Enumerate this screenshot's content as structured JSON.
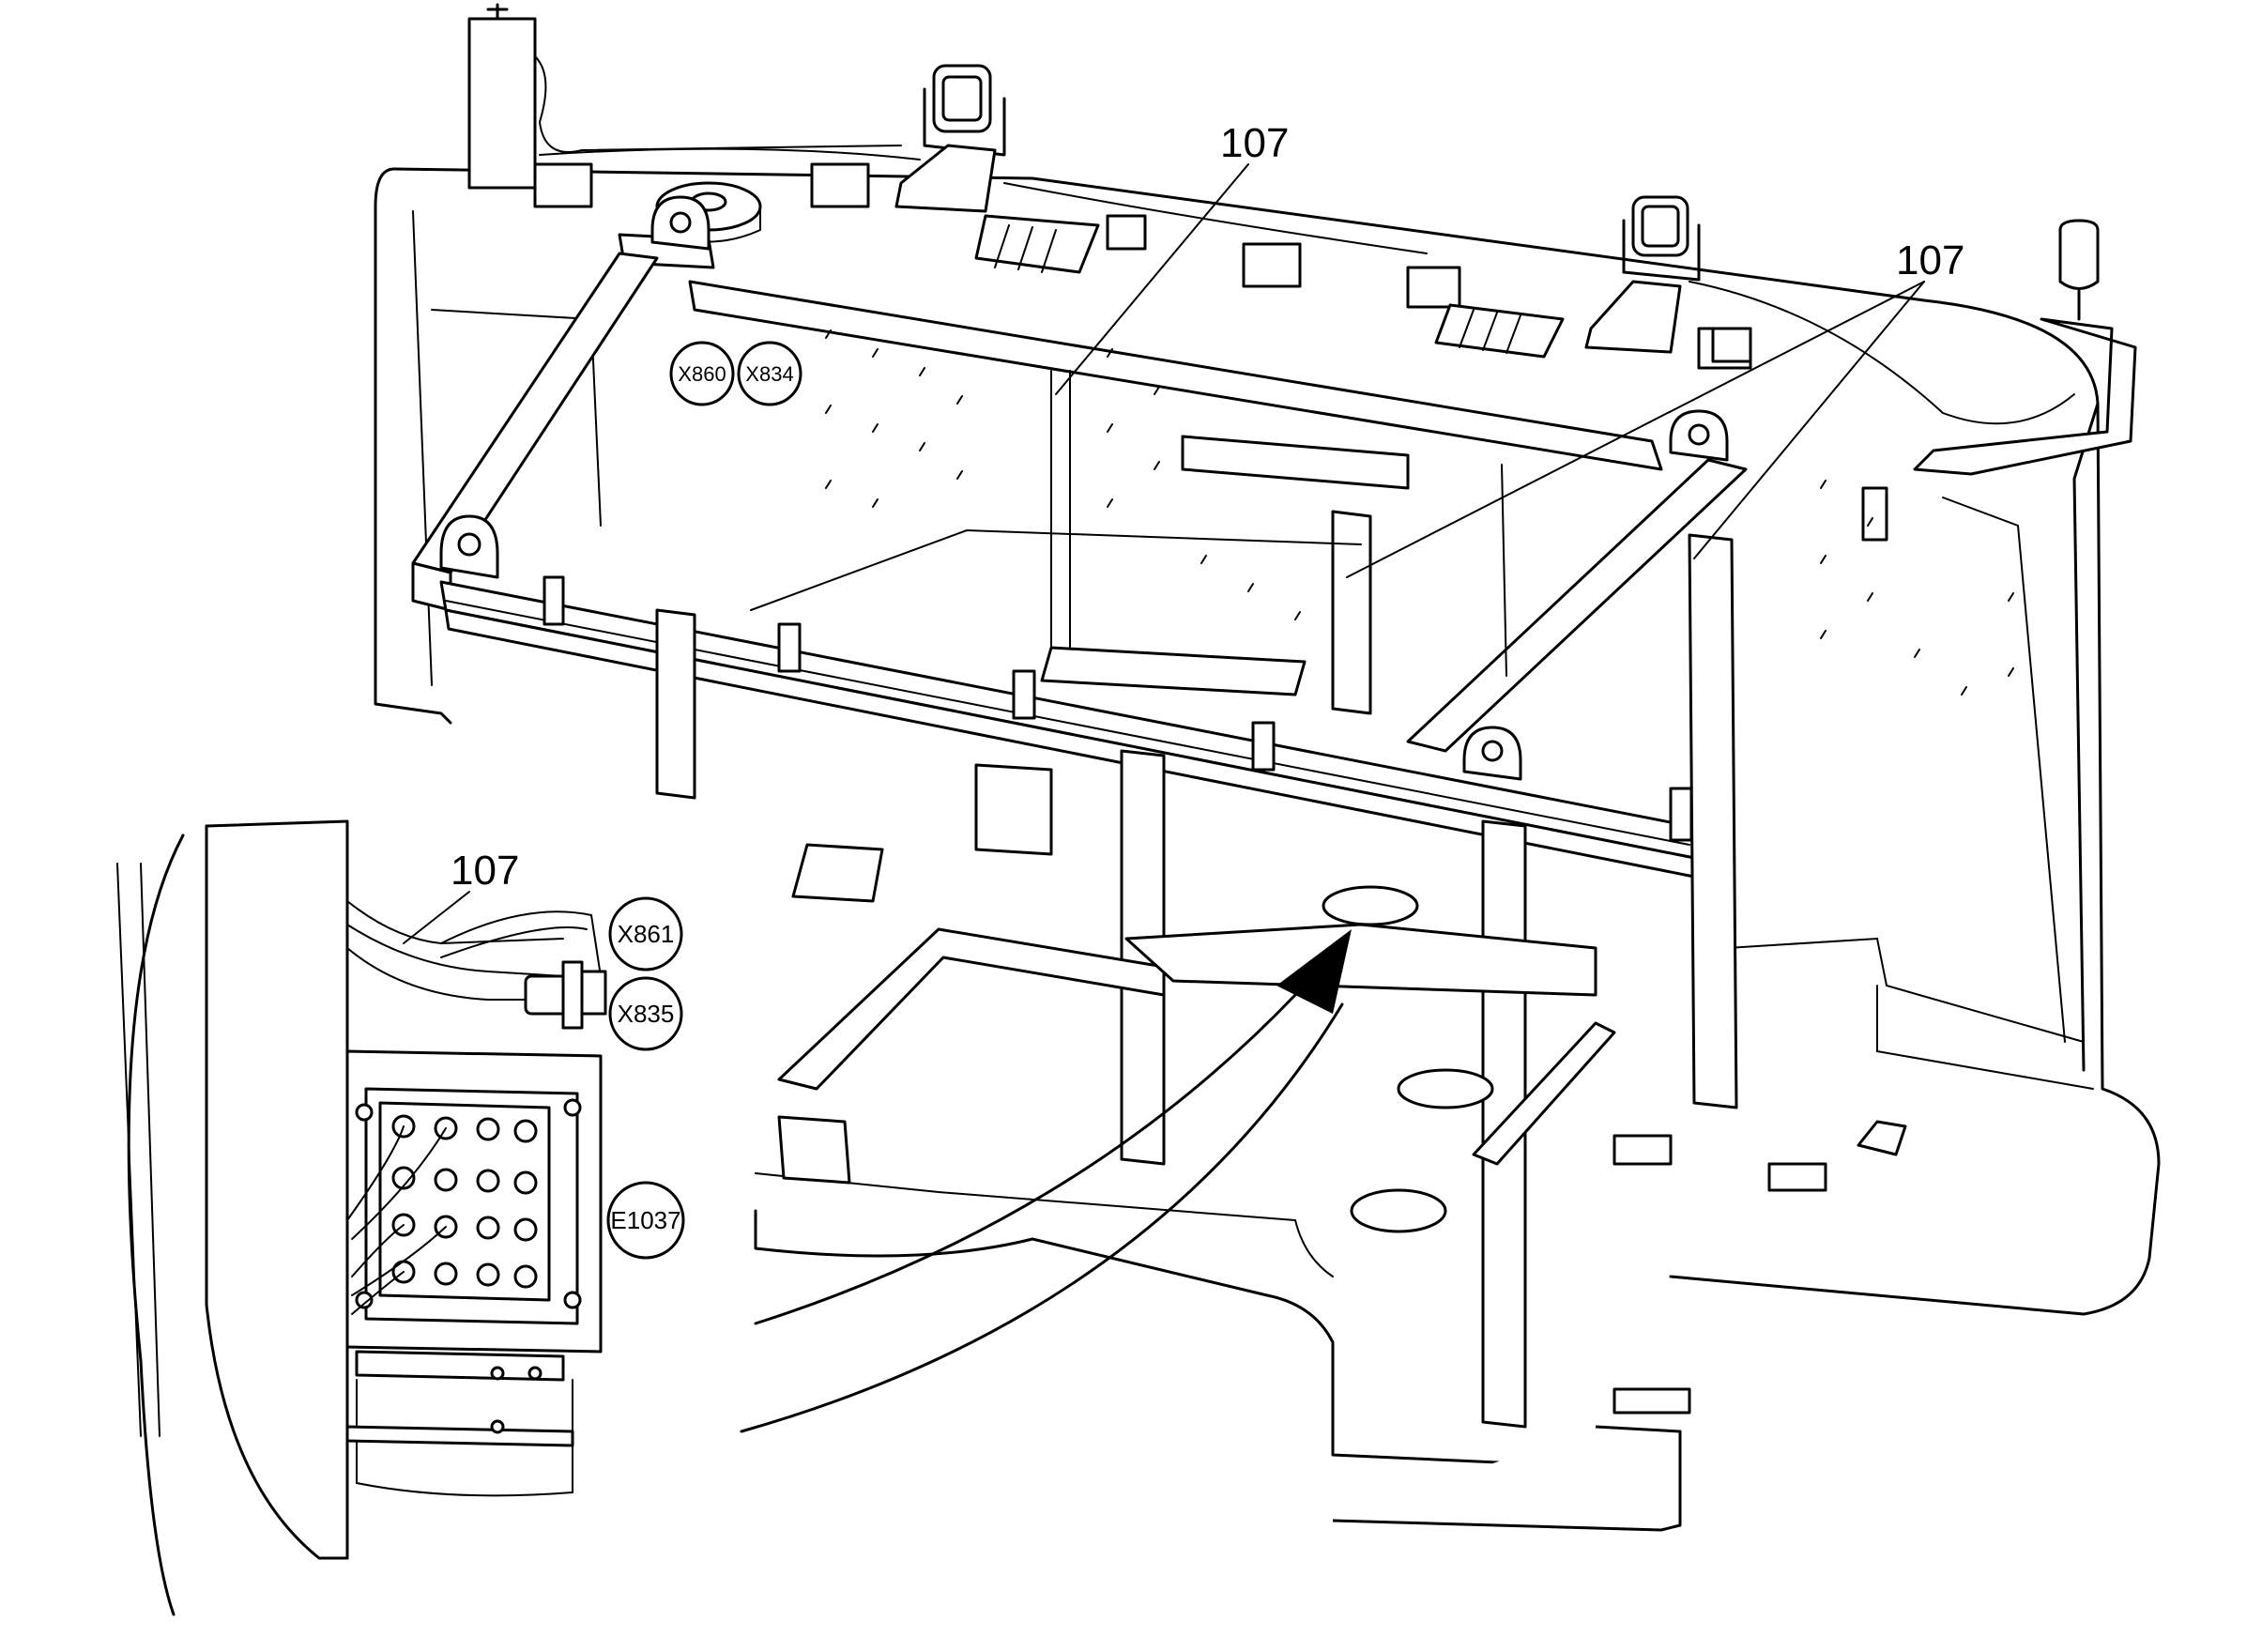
{
  "callouts": {
    "harness_top": "107",
    "harness_right": "107",
    "harness_detail": "107"
  },
  "connectors": {
    "x860": "X860",
    "x834": "X834",
    "x861": "X861",
    "x835": "X835",
    "e1037": "E1037"
  }
}
